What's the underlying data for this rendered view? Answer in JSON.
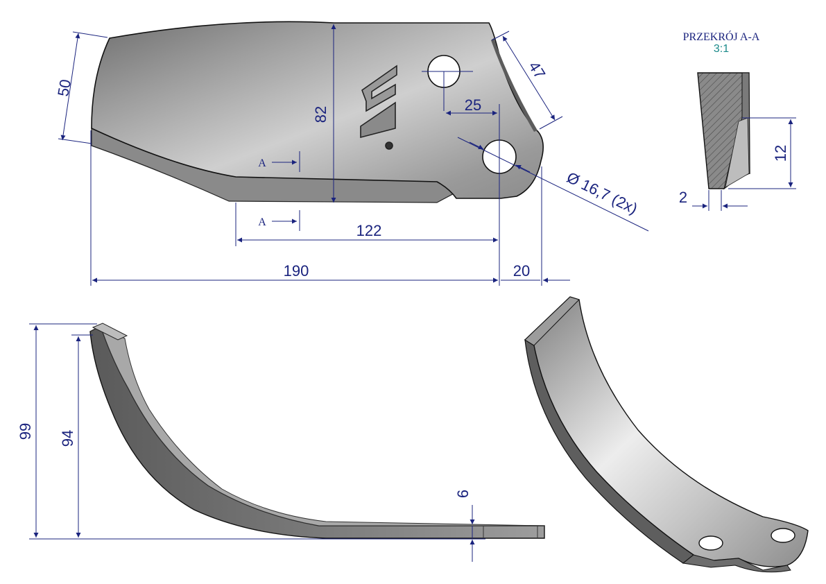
{
  "section": {
    "title": "PRZEKRÓJ A-A",
    "scale": "3:1",
    "marker": "A"
  },
  "dimensions": {
    "d50": "50",
    "d82": "82",
    "d47": "47",
    "d25": "25",
    "hole": "Ø 16,7 (2x)",
    "d122": "122",
    "d190": "190",
    "d20": "20",
    "s12": "12",
    "s2": "2",
    "d99": "99",
    "d94": "94",
    "d6": "6"
  }
}
